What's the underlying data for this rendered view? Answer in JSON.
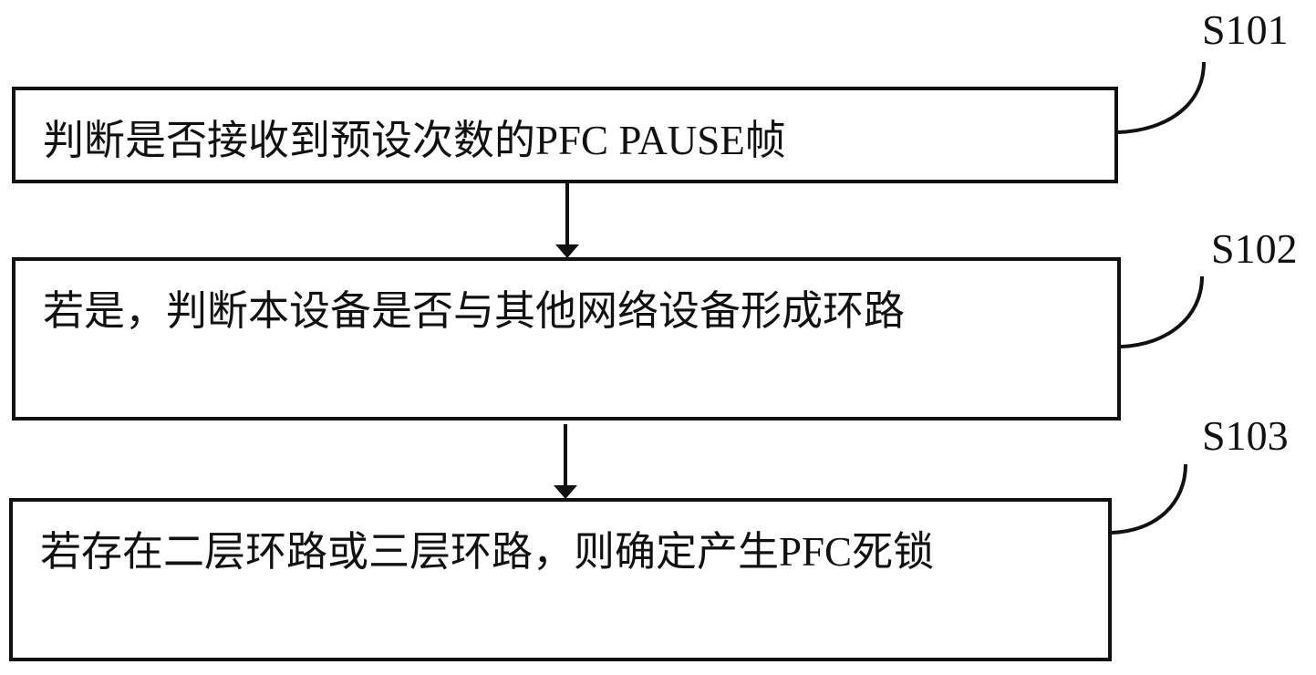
{
  "diagram": {
    "type": "flowchart",
    "steps": [
      {
        "id": "S101",
        "label": "S101",
        "text": "判断是否接收到预设次数的PFC PAUSE帧"
      },
      {
        "id": "S102",
        "label": "S102",
        "text": "若是，判断本设备是否与其他网络设备形成环路"
      },
      {
        "id": "S103",
        "label": "S103",
        "text": "若存在二层环路或三层环路，则确定产生PFC死锁"
      }
    ],
    "edges": [
      {
        "from": "S101",
        "to": "S102",
        "style": "arrow"
      },
      {
        "from": "S102",
        "to": "S103",
        "style": "arrow"
      }
    ],
    "colors": {
      "stroke": "#111111",
      "background": "#ffffff"
    }
  }
}
